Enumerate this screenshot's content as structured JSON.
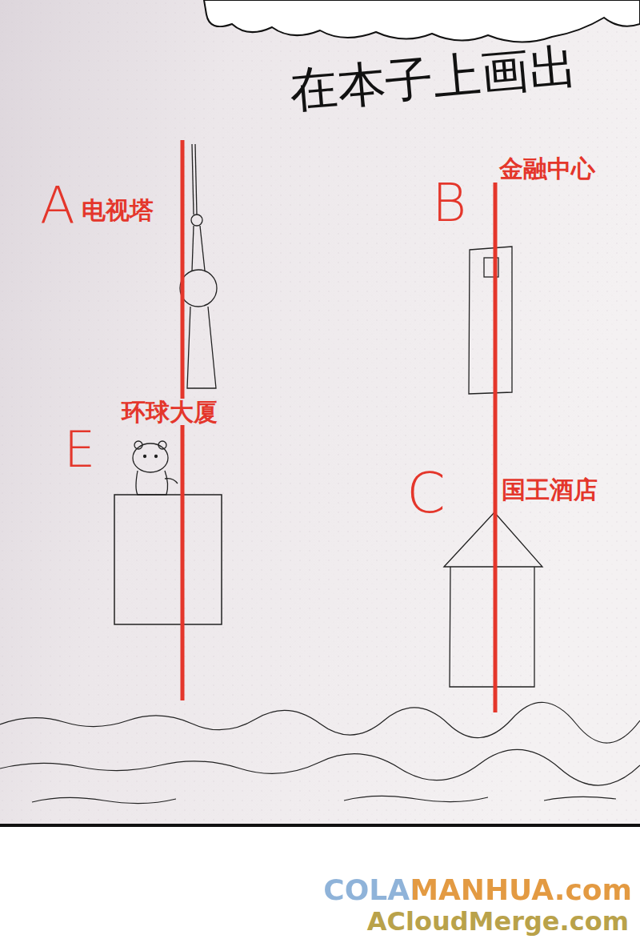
{
  "diagram": {
    "labels": [
      "在本子上画出",
      "A",
      "电视塔",
      "B",
      "金融中心",
      "E",
      "环球大厦",
      "C",
      "国王酒店",
      "COLAMANHUA.com",
      "ACloudMerge.com"
    ]
  }
}
